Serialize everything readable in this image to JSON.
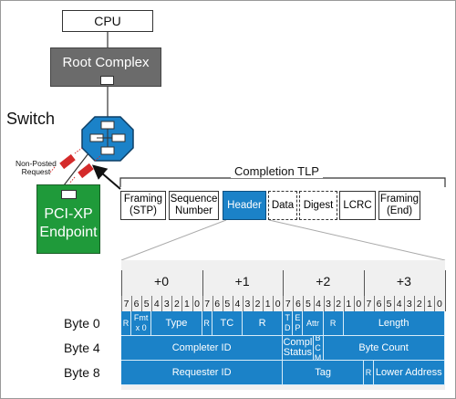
{
  "cpu_label": "CPU",
  "root_label": "Root Complex",
  "switch_label": "Switch",
  "request_label_line1": "Non-Posted",
  "request_label_line2": "Request",
  "endpoint_line1": "PCI-XP",
  "endpoint_line2": "Endpoint",
  "tlp_title": "Completion TLP",
  "tlp_fields": [
    {
      "line1": "Framing",
      "line2": "(STP)"
    },
    {
      "line1": "Sequence",
      "line2": "Number"
    },
    {
      "line1": "Header",
      "line2": ""
    },
    {
      "line1": "Data",
      "line2": ""
    },
    {
      "line1": "Digest",
      "line2": ""
    },
    {
      "line1": "LCRC",
      "line2": ""
    },
    {
      "line1": "Framing",
      "line2": "(End)"
    }
  ],
  "byte_headers": [
    "+0",
    "+1",
    "+2",
    "+3"
  ],
  "bits": [
    "7",
    "6",
    "5",
    "4",
    "3",
    "2",
    "1",
    "0"
  ],
  "rows": [
    {
      "label": "Byte 0",
      "cells": [
        {
          "text": "R",
          "bits": 1
        },
        {
          "text": "Fmt x 0",
          "bits": 2
        },
        {
          "text": "Type",
          "bits": 5
        },
        {
          "text": "R",
          "bits": 1
        },
        {
          "text": "TC",
          "bits": 3
        },
        {
          "text": "R",
          "bits": 4
        },
        {
          "text": "T D",
          "bits": 1
        },
        {
          "text": "E P",
          "bits": 1
        },
        {
          "text": "Attr",
          "bits": 2
        },
        {
          "text": "R",
          "bits": 2
        },
        {
          "text": "Length",
          "bits": 10
        }
      ]
    },
    {
      "label": "Byte 4",
      "cells": [
        {
          "text": "Completer ID",
          "bits": 16
        },
        {
          "text": "Compl Status",
          "bits": 3
        },
        {
          "text": "B C M",
          "bits": 1
        },
        {
          "text": "Byte Count",
          "bits": 12
        }
      ]
    },
    {
      "label": "Byte 8",
      "cells": [
        {
          "text": "Requester ID",
          "bits": 16
        },
        {
          "text": "Tag",
          "bits": 8
        },
        {
          "text": "R",
          "bits": 1
        },
        {
          "text": "Lower Address",
          "bits": 7
        }
      ]
    }
  ],
  "colors": {
    "blue": "#1b82c8",
    "green": "#1f9a3a",
    "gray": "#6b6b6b",
    "red": "#d42a2a"
  }
}
